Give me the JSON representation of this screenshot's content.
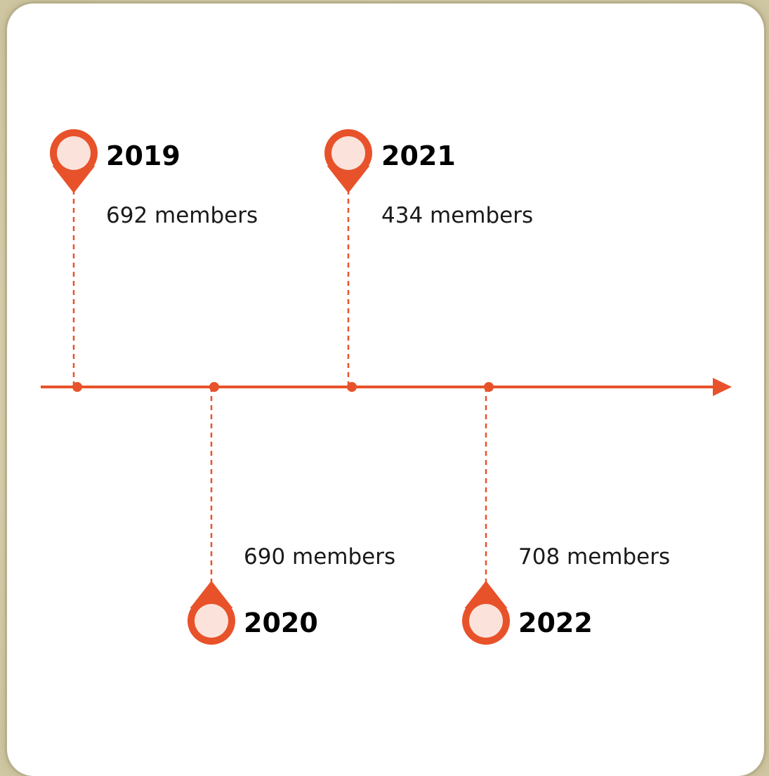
{
  "colors": {
    "accent": "#e8522a",
    "pin_fill": "#fbe3dc",
    "card": "#ffffff",
    "frame": "#ddd5b4"
  },
  "timeline": {
    "events": [
      {
        "year": "2019",
        "members": "692 members",
        "position": "above"
      },
      {
        "year": "2020",
        "members": "690 members",
        "position": "below"
      },
      {
        "year": "2021",
        "members": "434 members",
        "position": "above"
      },
      {
        "year": "2022",
        "members": "708 members",
        "position": "below"
      }
    ]
  }
}
